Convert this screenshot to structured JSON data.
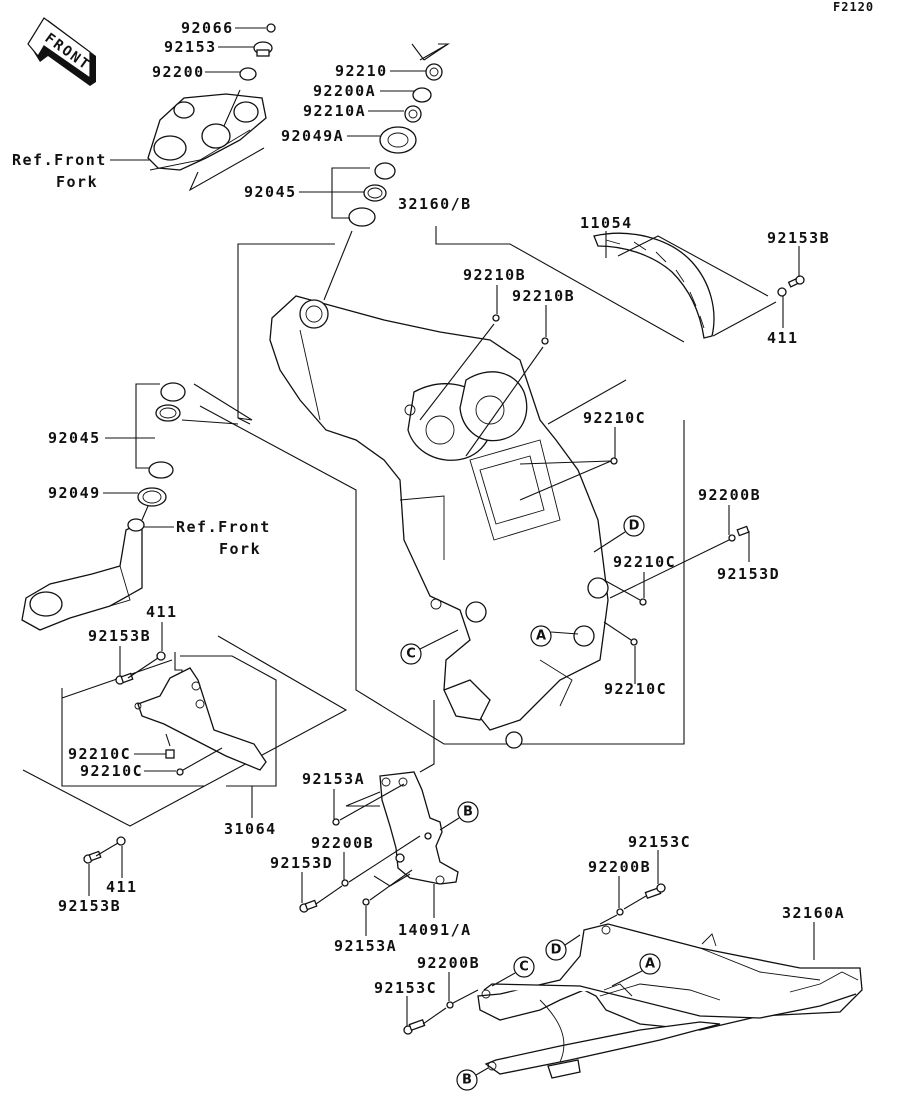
{
  "figure_code": "F2120",
  "front_indicator": "FRONT",
  "labels": {
    "p92066": "92066",
    "p92153_top": "92153",
    "p92200_top": "92200",
    "ref_front_fork_top_1": "Ref.Front",
    "ref_front_fork_top_2": "Fork",
    "p92210": "92210",
    "p92200A": "92200A",
    "p92210A": "92210A",
    "p92049A": "92049A",
    "p92045_top": "92045",
    "p32160B": "32160/B",
    "p11054": "11054",
    "p92153B_right": "92153B",
    "p411_right": "411",
    "p92210B_1": "92210B",
    "p92210B_2": "92210B",
    "p92045_left": "92045",
    "p92049": "92049",
    "ref_front_fork_mid_1": "Ref.Front",
    "ref_front_fork_mid_2": "Fork",
    "p92210C_1": "92210C",
    "p92200B_right": "92200B",
    "p92153D_right": "92153D",
    "p92210C_2": "92210C",
    "p92210C_3": "92210C",
    "p411_left_top": "411",
    "p92153B_left_top": "92153B",
    "p92210C_left_1": "92210C",
    "p92210C_left_2": "92210C",
    "p31064": "31064",
    "p411_left_bottom": "411",
    "p92153B_left_bottom": "92153B",
    "p92153A_1": "92153A",
    "p92200B_mid": "92200B",
    "p92153D_mid": "92153D",
    "p14091A": "14091/A",
    "p92153A_2": "92153A",
    "p92153C_right": "92153C",
    "p92200B_subframe": "92200B",
    "p32160A": "32160A",
    "p92200B_bottom": "92200B",
    "p92153C_bottom": "92153C"
  },
  "callouts": {
    "D_main": "D",
    "A_main": "A",
    "C_main": "C",
    "B_bracket": "B",
    "D_sub": "D",
    "A_sub": "A",
    "C_sub": "C",
    "B_sub": "B"
  }
}
